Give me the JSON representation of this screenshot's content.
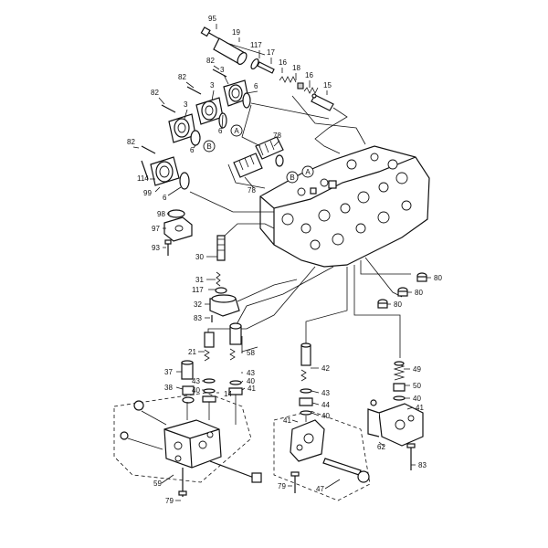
{
  "callouts": {
    "c95": "95",
    "c19": "19",
    "c117a": "117",
    "c17": "17",
    "c16a": "16",
    "c18": "18",
    "c16b": "16",
    "c15": "15",
    "c82a": "82",
    "c3a": "3",
    "c6a": "6",
    "c82b": "82",
    "c3b": "3",
    "c82c": "82",
    "c3c": "3",
    "c6b": "6",
    "c6c": "6",
    "c78a": "78",
    "c82d": "82",
    "c114": "114",
    "c99": "99",
    "c6d": "6",
    "c78b": "78",
    "c98": "98",
    "c97": "97",
    "c93": "93",
    "c30": "30",
    "c31": "31",
    "c117b": "117",
    "c32": "32",
    "c83a": "83",
    "c80a": "80",
    "c80b": "80",
    "c80c": "80",
    "c21": "21",
    "c58": "58",
    "c37": "37",
    "c43a": "43",
    "c43b": "43",
    "c38": "38",
    "c40a": "40",
    "c40b": "40",
    "c14": "14",
    "c41a": "41",
    "c42": "42",
    "c43c": "43",
    "c44": "44",
    "c40c": "40",
    "c41b": "41",
    "c49": "49",
    "c50": "50",
    "c40d": "40",
    "c41c": "41",
    "c62": "62",
    "c83b": "83",
    "c59": "59",
    "c79a": "79",
    "c79b": "79",
    "c47": "47"
  },
  "tags": {
    "a1": "A",
    "a2": "A",
    "b1": "B",
    "b2": "B"
  }
}
